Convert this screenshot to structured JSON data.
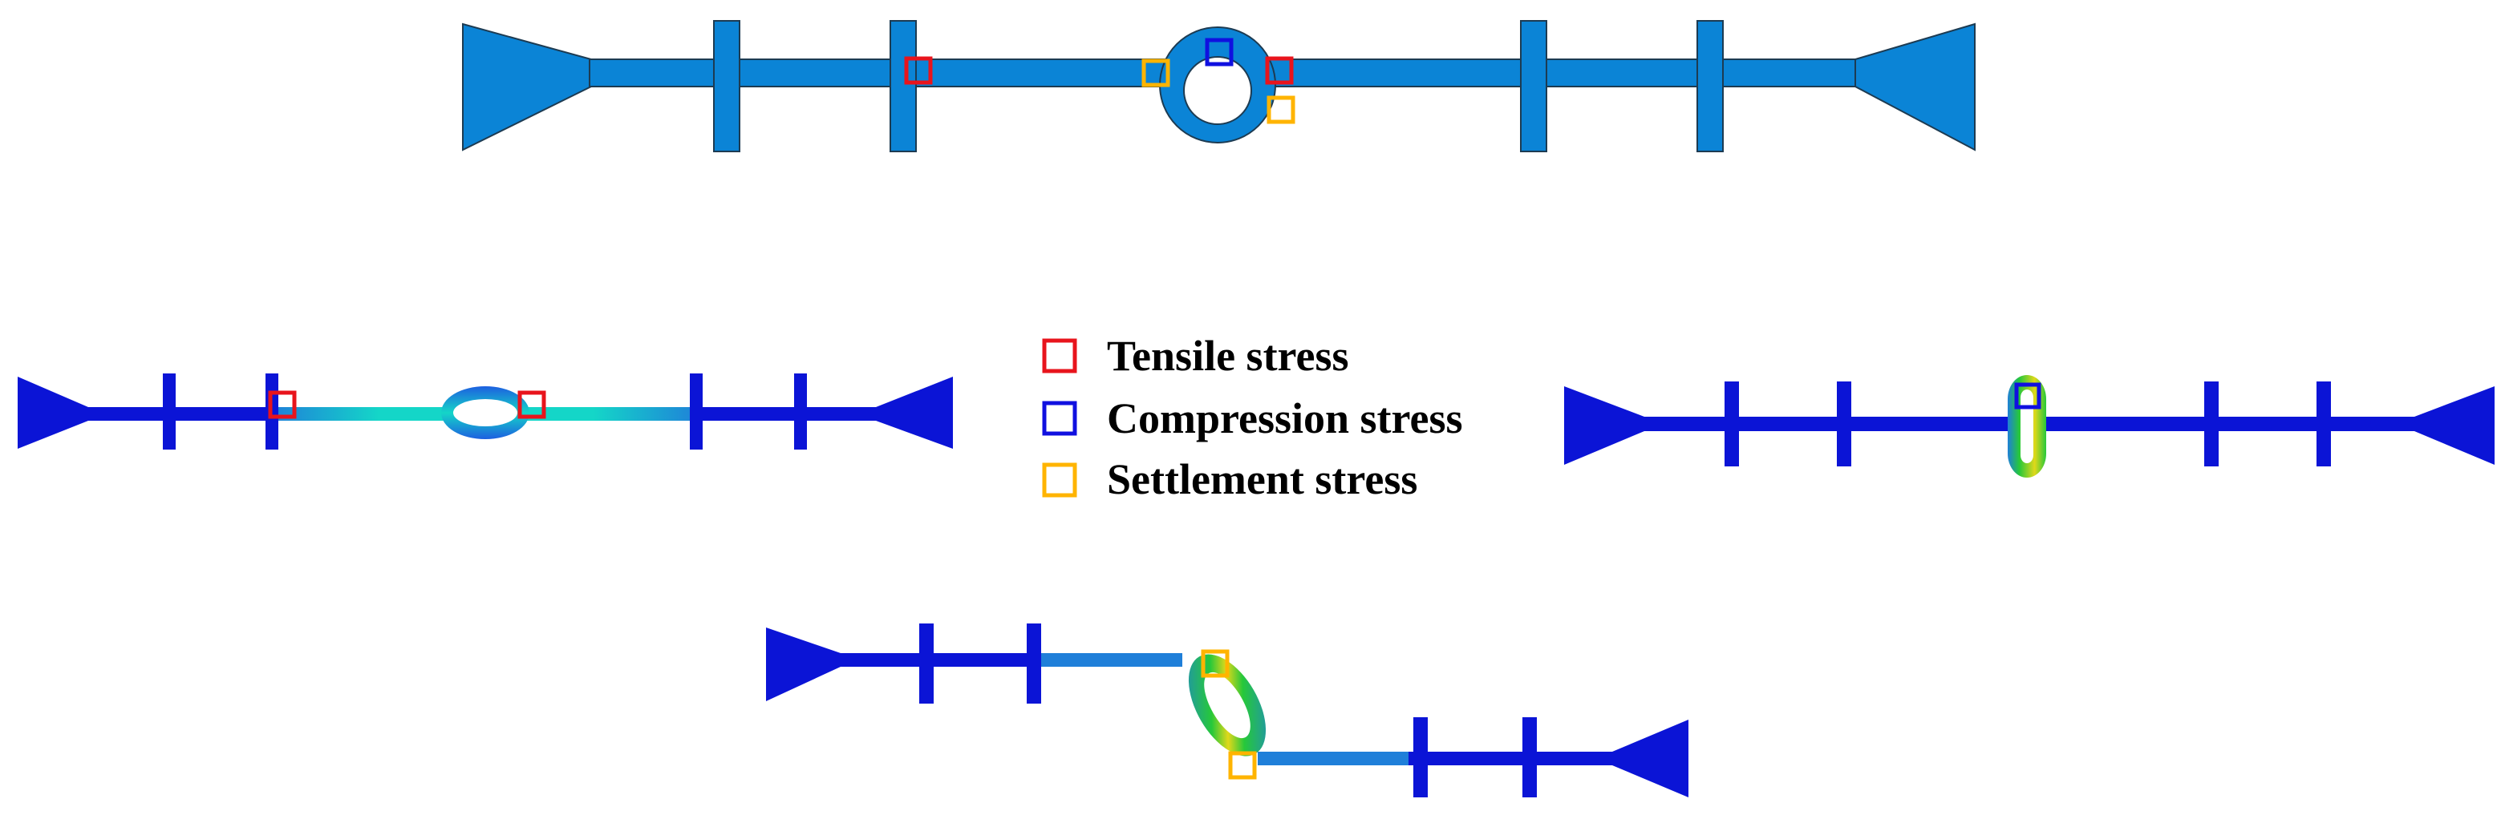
{
  "legend": {
    "items": [
      {
        "label": "Tensile stress",
        "color": "#e8141c"
      },
      {
        "label": "Compression stress",
        "color": "#1010e0"
      },
      {
        "label": "Settlement stress",
        "color": "#ffb400"
      }
    ]
  },
  "colors": {
    "undeformed_fill": "#0b84d6",
    "undeformed_stroke": "#1d3b52",
    "stress_low": "#0b14d6",
    "stress_mid": "#1f7fd9",
    "stress_cyan": "#14d6c8",
    "stress_green": "#26c83a",
    "stress_yellow": "#e0d81a"
  },
  "panels": [
    "undeformed-waterstop",
    "tension-deformed-waterstop",
    "compression-deformed-waterstop",
    "settlement-deformed-waterstop"
  ]
}
